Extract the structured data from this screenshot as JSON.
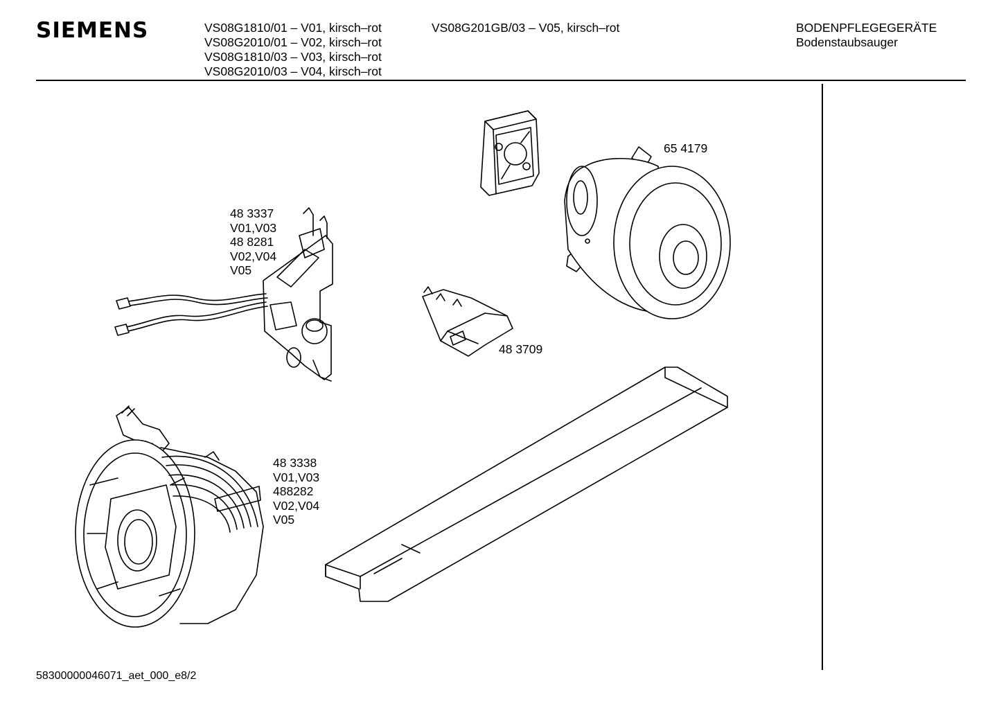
{
  "header": {
    "brand": "SIEMENS",
    "models_col1": [
      "VS08G1810/01 – V01, kirsch–rot",
      "VS08G2010/01 – V02, kirsch–rot",
      "VS08G1810/03 – V03, kirsch–rot",
      "VS08G2010/03 – V04, kirsch–rot"
    ],
    "models_col2": [
      "VS08G201GB/03 – V05,  kirsch–rot"
    ],
    "category": "BODENPFLEGEGERÄTE",
    "subcategory": "Bodenstaubsauger"
  },
  "parts": {
    "motor": {
      "lines": [
        "65 4179"
      ]
    },
    "pcb": {
      "lines": [
        "48 3337",
        "V01,V03",
        "48 8281",
        "V02,V04",
        "V05"
      ]
    },
    "clip": {
      "lines": [
        "48 3709"
      ]
    },
    "cable_reel": {
      "lines": [
        "48 3338",
        "V01,V03",
        "488282",
        "V02,V04",
        "V05"
      ]
    }
  },
  "footer": {
    "code": "58300000046071_aet_000_e8/2"
  }
}
